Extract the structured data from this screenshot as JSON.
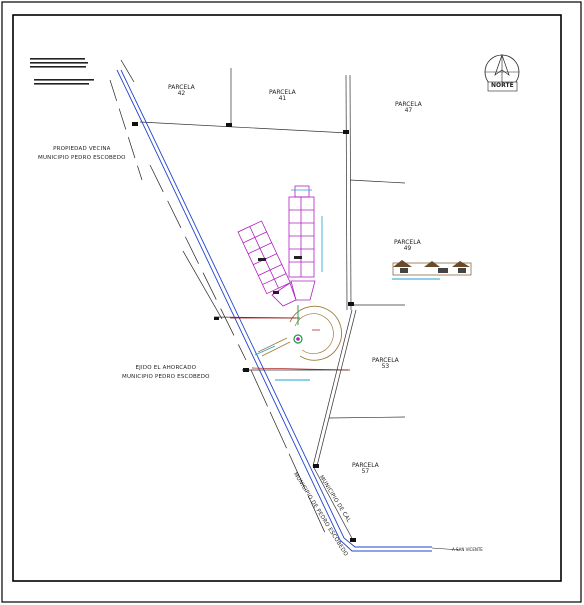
{
  "parcels": [
    {
      "label": "PARCELA",
      "num": "42"
    },
    {
      "label": "PARCELA",
      "num": "41"
    },
    {
      "label": "PARCELA",
      "num": "47"
    },
    {
      "label": "PARCELA",
      "num": "49"
    },
    {
      "label": "PARCELA",
      "num": "53"
    },
    {
      "label": "PARCELA",
      "num": "57"
    }
  ],
  "regions": {
    "propiedad_line1": "PROPIEDAD VECINA",
    "propiedad_line2": "MUNICIPIO PEDRO ESCOBEDO",
    "ejido_line1": "EJIDO EL AHORCADO",
    "ejido_line2": "MUNICIPIO PEDRO ESCOBEDO"
  },
  "roads": {
    "main_road_line1": "MUNICIPIO DE CAL",
    "main_road_line2": "MUNICIPIO DE PEDRO ESCOBEDO",
    "to_san_vicente": "A SAN VICENTE"
  },
  "north": {
    "label": "NORTE"
  },
  "colors": {
    "border": "#000000",
    "road_blue": "#2244cc",
    "building_magenta": "#b020c0",
    "accent_green": "#1a9a3a",
    "detail_red": "#a01010",
    "cyan": "#1fa0d0"
  }
}
